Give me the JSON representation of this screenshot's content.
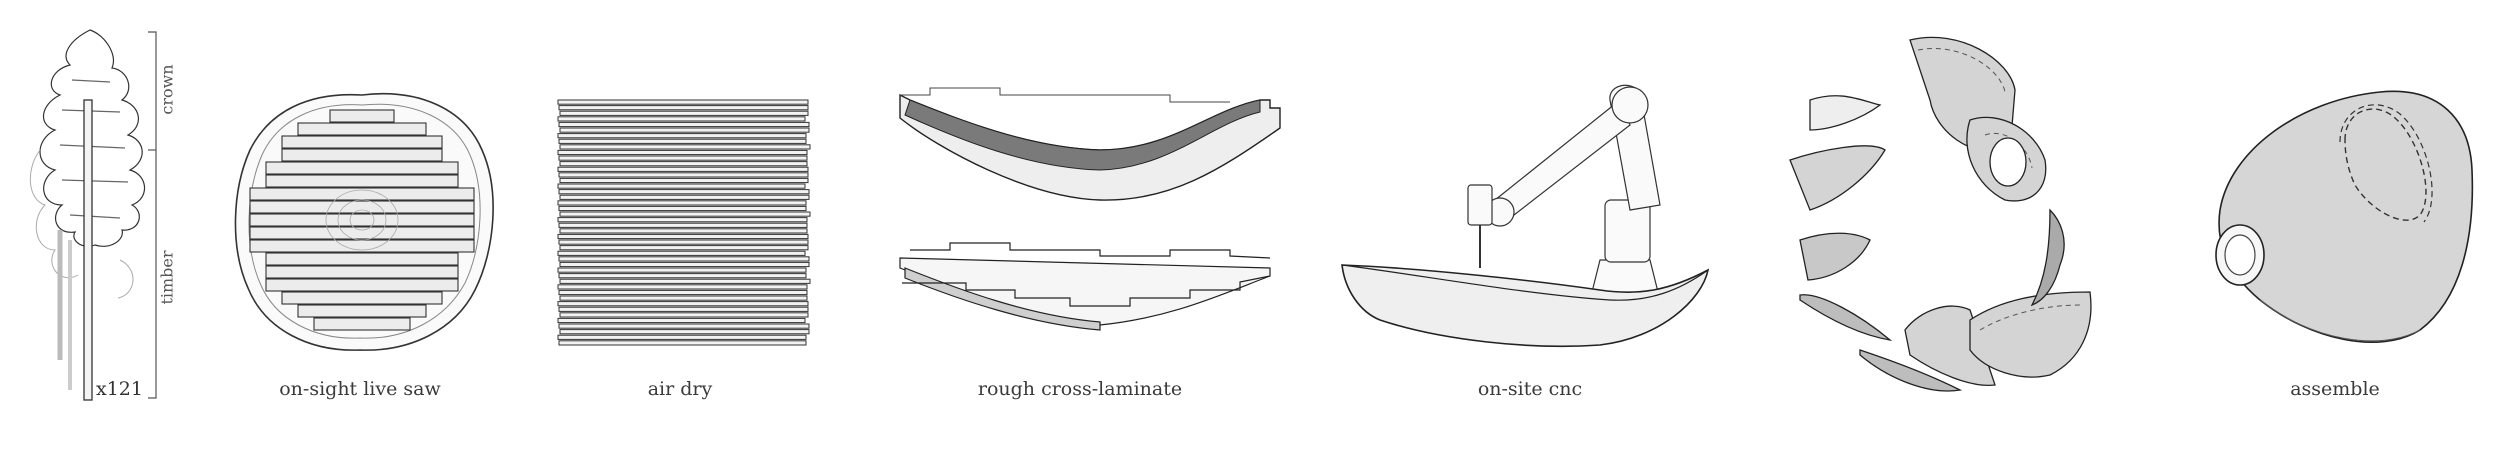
{
  "tree": {
    "crown_label": "crown",
    "timber_label": "timber",
    "count_label": "x121"
  },
  "steps": [
    {
      "label": "on-sight live saw"
    },
    {
      "label": "air dry"
    },
    {
      "label": "rough cross-laminate"
    },
    {
      "label": "on-site cnc"
    },
    {
      "label": ""
    },
    {
      "label": "assemble"
    }
  ],
  "colors": {
    "ink": "#222222",
    "wood": "#d9d9d9",
    "shade": "#bdbdbd"
  }
}
